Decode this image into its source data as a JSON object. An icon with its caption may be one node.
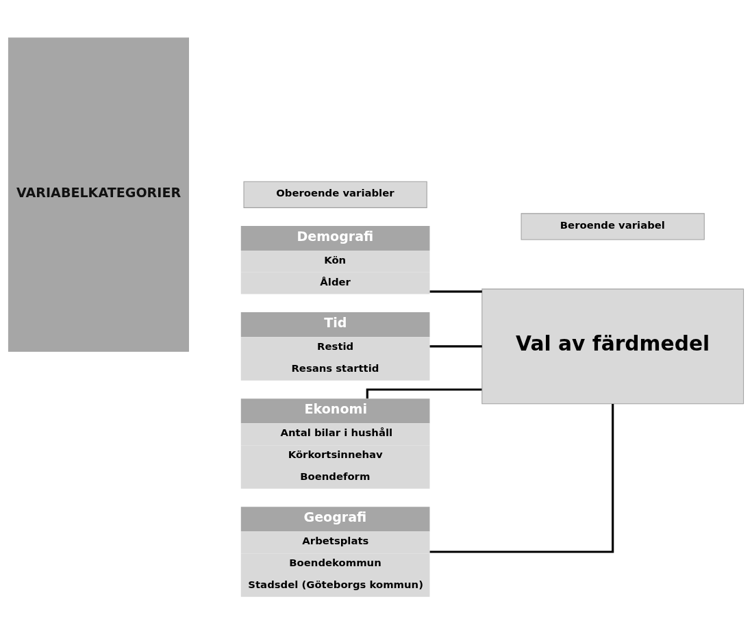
{
  "diagram": {
    "nodes": [
      {
        "text": [
          "VARIABELKATEGORIER"
        ]
      },
      {
        "text": [
          "Oberoende variabler"
        ]
      },
      {
        "text": [
          "Beroende variabel"
        ]
      },
      {
        "text": [
          "Demografi",
          "Kön",
          "Ålder"
        ]
      },
      {
        "text": [
          "Tid",
          "Restid",
          "Resans starttid"
        ]
      },
      {
        "text": [
          "Ekonomi",
          "Antal bilar i hushåll",
          "Körkortsinnehav",
          "Boendeform"
        ]
      },
      {
        "text": [
          "Geografi",
          "Arbetsplats",
          "Boendekommun",
          "Stadsdel (Göteborgs kommun)"
        ]
      },
      {
        "text": [
          "Val av färdmedel"
        ]
      }
    ],
    "edges": [
      {
        "from": 3,
        "to": 7,
        "arrow": "none"
      },
      {
        "from": 4,
        "to": 7,
        "arrow": "none"
      },
      {
        "from": 5,
        "to": 7,
        "arrow": "none"
      },
      {
        "from": 6,
        "to": 7,
        "arrow": "none"
      }
    ]
  }
}
